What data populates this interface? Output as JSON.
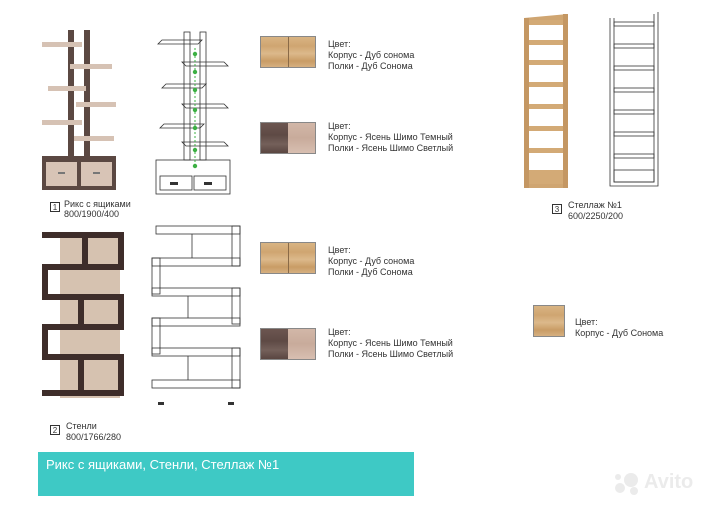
{
  "products": [
    {
      "number": "1",
      "name": "Рикс с ящиками",
      "size": "800/1900/400"
    },
    {
      "number": "2",
      "name": "Стенли",
      "size": "800/1766/280"
    },
    {
      "number": "3",
      "name": "Стеллаж №1",
      "size": "600/2250/200"
    }
  ],
  "colors": [
    {
      "title": "Цвет:",
      "line1": "Корпус - Дуб сонома",
      "line2": "Полки - Дуб Сонома"
    },
    {
      "title": "Цвет:",
      "line1": "Корпус - Ясень Шимо Темный",
      "line2": "Полки - Ясень Шимо Светлый"
    },
    {
      "title": "Цвет:",
      "line1": "Корпус - Дуб сонома",
      "line2": "Полки - Дуб Сонома"
    },
    {
      "title": "Цвет:",
      "line1": "Корпус - Ясень Шимо Темный",
      "line2": "Полки - Ясень Шимо Светлый"
    },
    {
      "title": "Цвет:",
      "line1": "Корпус - Дуб Сонома"
    }
  ],
  "banner": {
    "text": "Рикс с ящиками, Стенли, Стеллаж №1"
  },
  "watermark": {
    "text": "Avito"
  },
  "palette": {
    "sonoma": "#d4ad7c",
    "shimo_dark": "#5e4a45",
    "shimo_light": "#d0b3a3",
    "banner": "#3ec9c5"
  }
}
